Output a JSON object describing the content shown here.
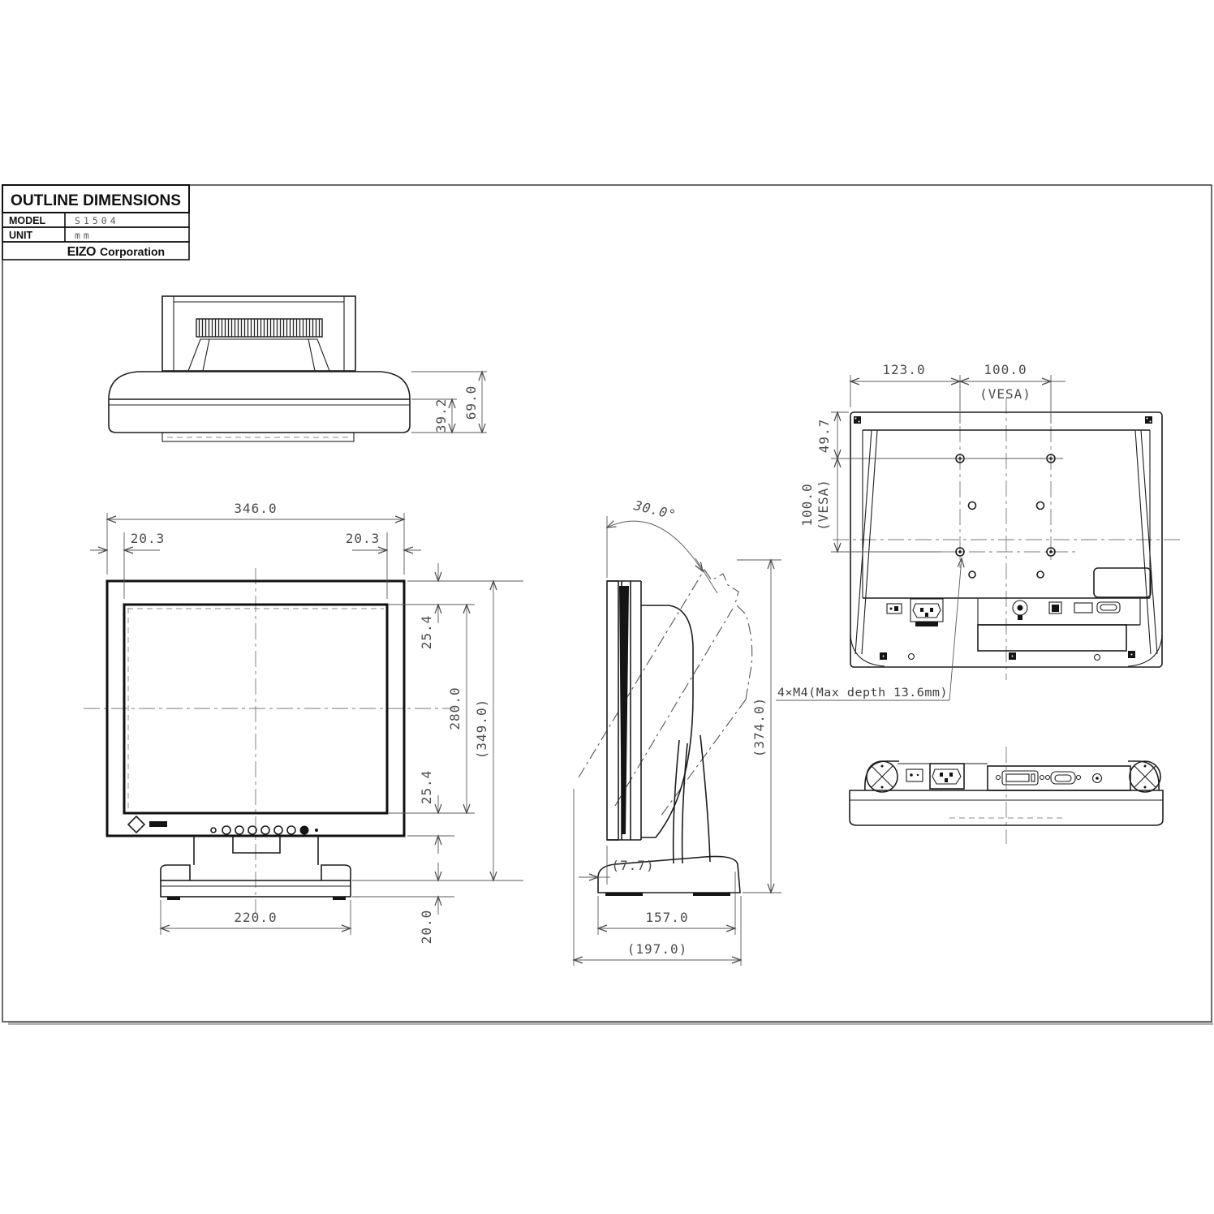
{
  "title_block": {
    "title": "OUTLINE DIMENSIONS",
    "model_label": "MODEL",
    "model_value": "S1504",
    "unit_label": "UNIT",
    "unit_value": "mm",
    "brand": "EIZO",
    "brand_suffix": "Corporation"
  },
  "top_view": {
    "bezel_depth": "39.2",
    "overall_depth": "69.0"
  },
  "front_view": {
    "overall_width": "346.0",
    "left_margin": "20.3",
    "right_margin": "20.3",
    "top_bezel": "25.4",
    "screen_height": "280.0",
    "bottom_bezel": "25.4",
    "overall_height": "(349.0)",
    "base_width": "220.0",
    "base_height": "20.0"
  },
  "side_view": {
    "tilt_angle": "30.0°",
    "front_clearance": "(7.7)",
    "base_depth": "157.0",
    "overall_depth": "(197.0)",
    "overall_height": "(374.0)"
  },
  "rear_view": {
    "hole_offset": "123.0",
    "vesa_width": "100.0",
    "vesa_width_note": "(VESA)",
    "top_offset": "49.7",
    "vesa_height": "100.0",
    "vesa_height_note": "(VESA)",
    "mount_note": "4×M4(Max depth 13.6mm)"
  }
}
